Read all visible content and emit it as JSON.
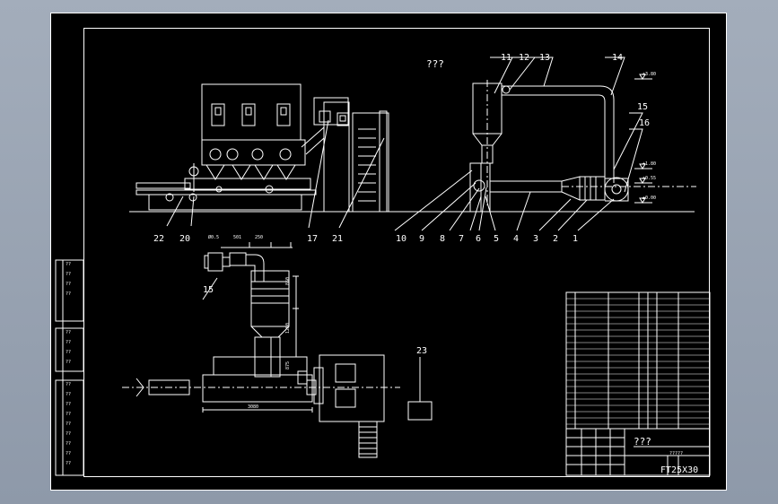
{
  "drawing": {
    "heading": "???",
    "callouts_top": [
      "11",
      "12",
      "13",
      "14",
      "15",
      "16"
    ],
    "callouts_bottom": [
      "22",
      "20",
      "17",
      "21",
      "10",
      "9",
      "8",
      "7",
      "6",
      "5",
      "4",
      "3",
      "2",
      "1"
    ],
    "callout_15_plan": "15",
    "callout_23": "23",
    "elevations": [
      "+3.80",
      "+1.80",
      "+0.55",
      "±0.00"
    ],
    "dims_top": [
      "Ø0.5",
      "501",
      "250"
    ],
    "dims_side": [
      "850",
      "1250",
      "875"
    ],
    "dim_bottom": "3080"
  },
  "title_block": {
    "title": "???",
    "subtitle": "?????",
    "drawing_no": "FT25X30"
  },
  "left_strip": {
    "group1": [
      "??",
      "??",
      "??",
      "??"
    ],
    "group2": [
      "??",
      "??",
      "??",
      "??"
    ],
    "group3": [
      "??",
      "??",
      "??",
      "??",
      "??",
      "??",
      "??",
      "??",
      "??"
    ]
  },
  "colors": {
    "background": "#000000",
    "lines": "#ffffff",
    "frame_outer": "#a3adbb"
  }
}
